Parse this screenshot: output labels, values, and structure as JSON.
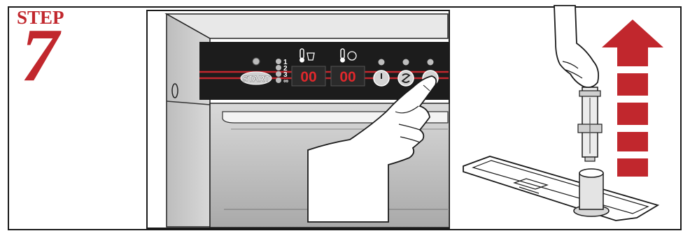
{
  "step": {
    "word": "STEP",
    "number": "7"
  },
  "panel": {
    "start_label": "START",
    "program_numbers": [
      "1",
      "2",
      "3",
      "∞"
    ],
    "display_1": "00",
    "display_2": "00"
  },
  "colors": {
    "accent_red": "#c1272d",
    "panel_black": "#1c1c1c",
    "display_red": "#e0282c"
  },
  "icons": [
    "thermometer-tank-icon",
    "thermometer-boiler-icon",
    "power-icon",
    "salt-icon",
    "finger-pointing-icon",
    "arrow-up-icon"
  ]
}
